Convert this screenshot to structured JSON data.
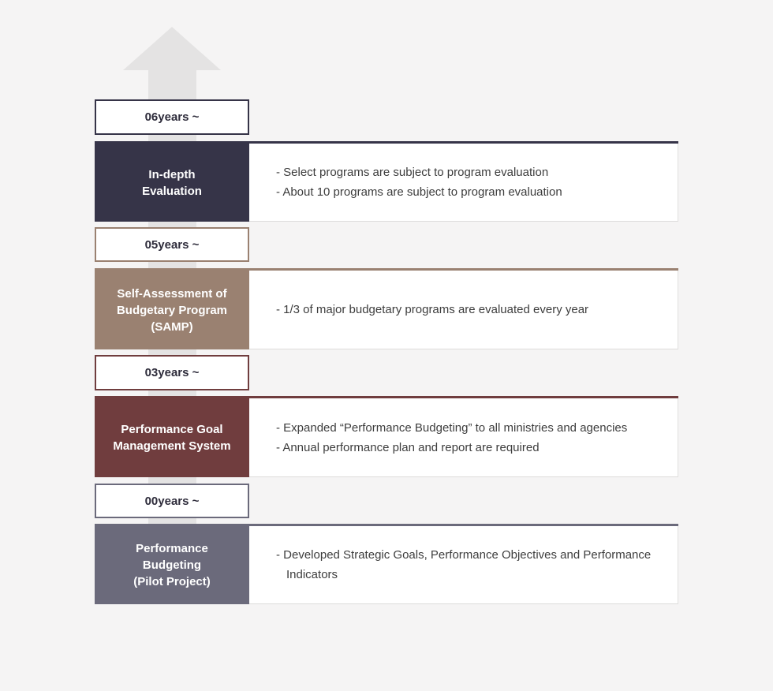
{
  "page": {
    "background_color": "#f5f4f4",
    "arrow_color": "#e4e3e3",
    "panel_color": "#ffffff"
  },
  "timeline": {
    "stages": [
      {
        "year_label": "06years ~",
        "title": "In-depth\nEvaluation",
        "color": "#363448",
        "bullets": [
          "- Select programs are subject to program evaluation",
          "- About 10 programs are subject to program evaluation"
        ]
      },
      {
        "year_label": "05years ~",
        "title": "Self-Assessment of\nBudgetary Program\n(SAMP)",
        "color": "#9a8171",
        "bullets": [
          "- 1/3 of major budgetary programs are evaluated every year"
        ]
      },
      {
        "year_label": "03years ~",
        "title": "Performance Goal\nManagement System",
        "color": "#703d3e",
        "bullets": [
          "- Expanded “Performance Budgeting” to all ministries and agencies",
          "- Annual performance plan and report are required"
        ]
      },
      {
        "year_label": "00years ~",
        "title": "Performance\nBudgeting\n(Pilot Project)",
        "color": "#6b6a7b",
        "bullets": [
          "- Developed Strategic Goals, Performance Objectives and Performance Indicators"
        ]
      }
    ]
  }
}
